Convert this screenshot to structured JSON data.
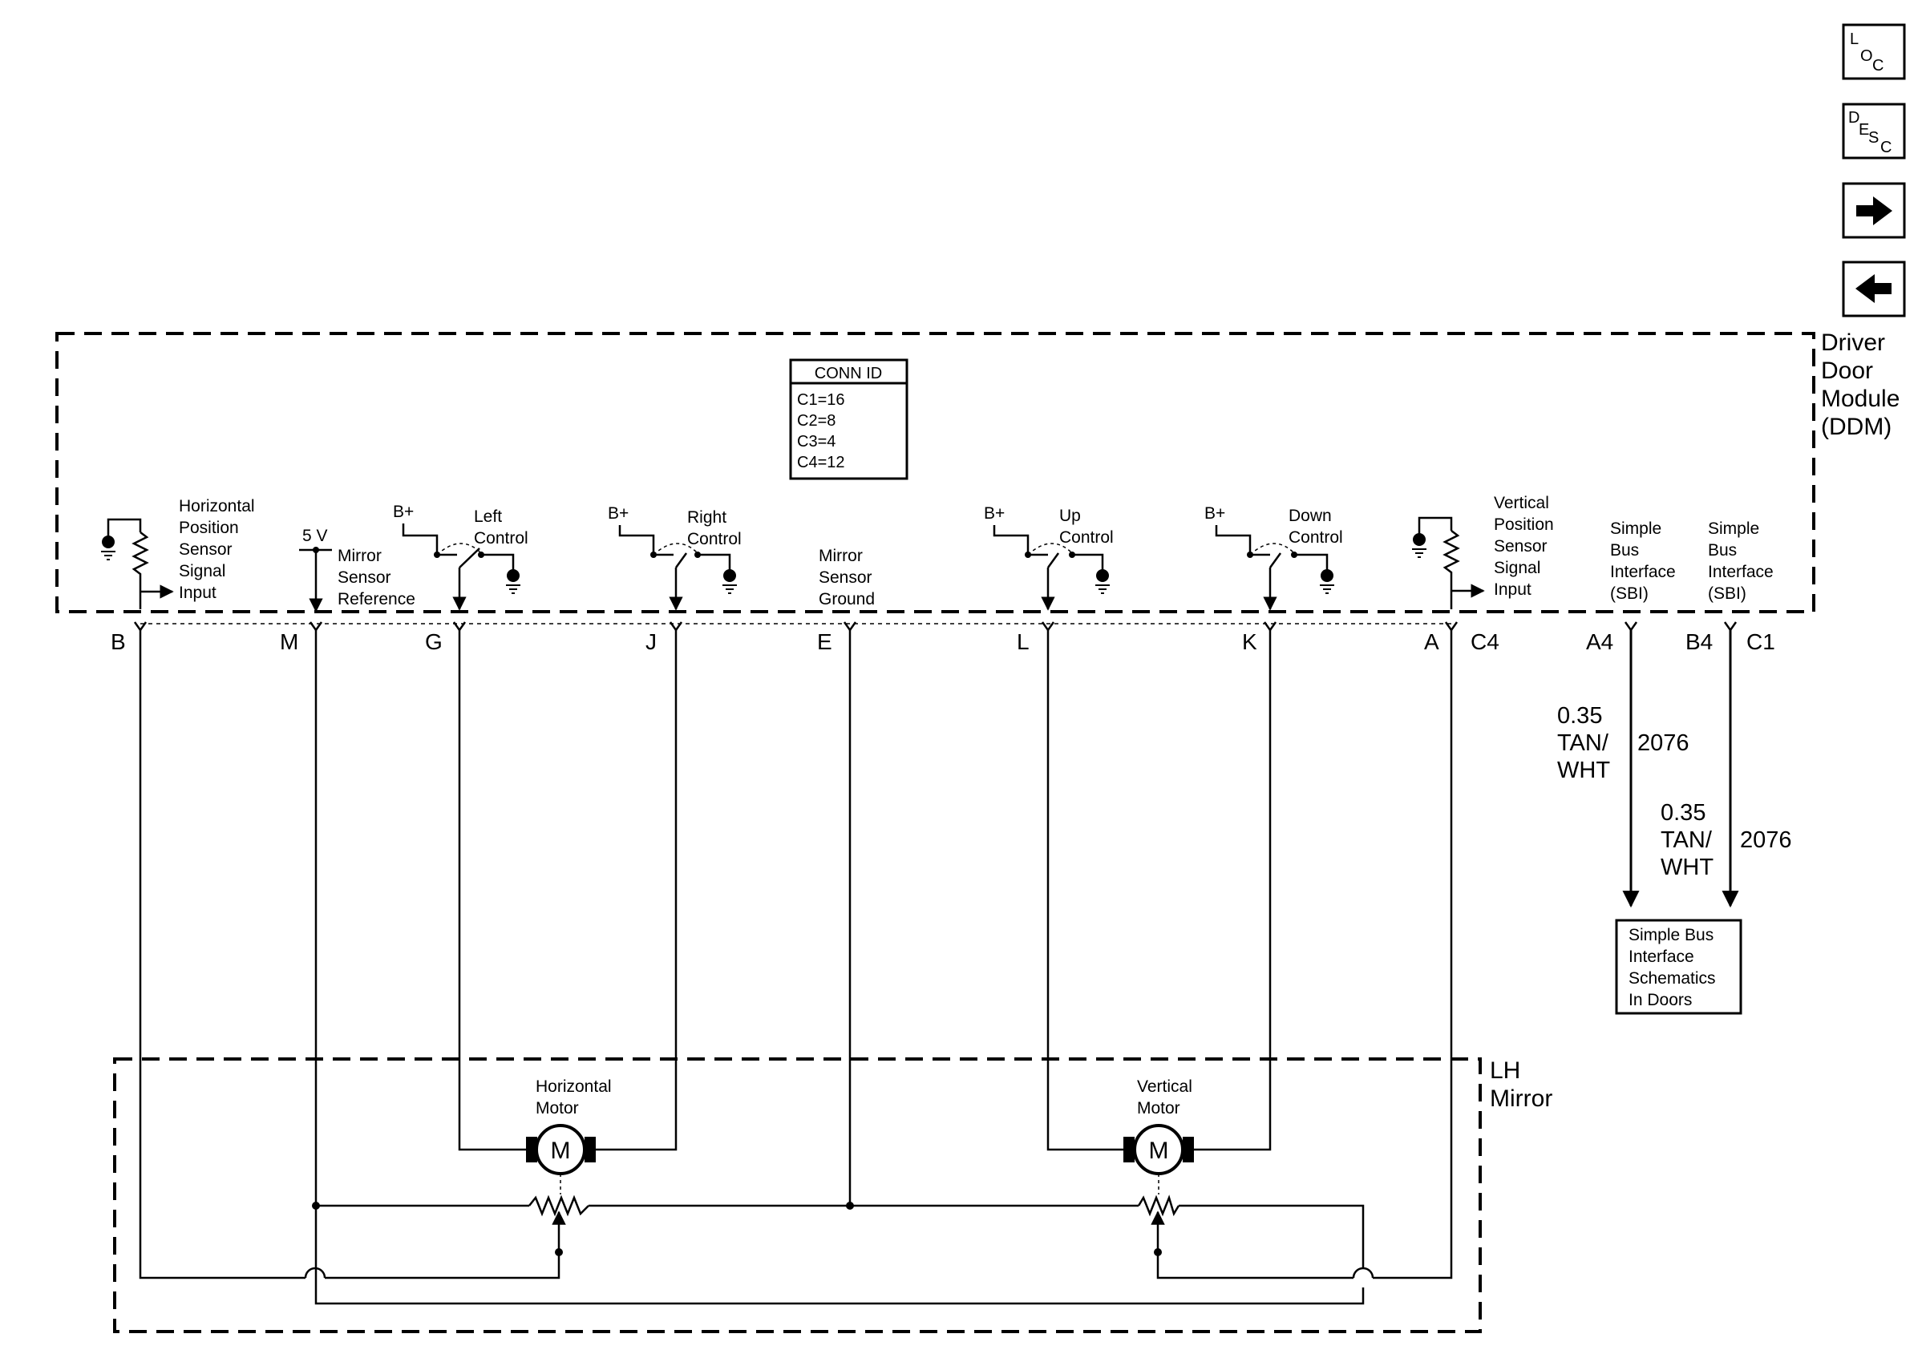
{
  "nav": {
    "loc": {
      "sub1": "L",
      "base": "O",
      "sub2": "C"
    },
    "desc": {
      "sub1": "D",
      "base1": "E",
      "base2": "S",
      "sub2": "C"
    },
    "next_icon": "right-arrow-icon",
    "prev_icon": "left-arrow-icon"
  },
  "ddm": {
    "line1": "Driver",
    "line2": "Door",
    "line3": "Module",
    "line4": "(DDM)"
  },
  "conn_id": {
    "title": "CONN ID",
    "rows": [
      "C1=16",
      "C2=8",
      "C3=4",
      "C4=12"
    ]
  },
  "labels": {
    "hps": [
      "Horizontal",
      "Position",
      "Sensor",
      "Signal",
      "Input"
    ],
    "fivev": "5 V",
    "msr": [
      "Mirror",
      "Sensor",
      "Reference"
    ],
    "bplus": "B+",
    "left_ctrl": [
      "Left",
      "Control"
    ],
    "right_ctrl": [
      "Right",
      "Control"
    ],
    "msg": [
      "Mirror",
      "Sensor",
      "Ground"
    ],
    "up_ctrl": [
      "Up",
      "Control"
    ],
    "down_ctrl": [
      "Down",
      "Control"
    ],
    "vps": [
      "Vertical",
      "Position",
      "Sensor",
      "Signal",
      "Input"
    ],
    "sbi": [
      "Simple",
      "Bus",
      "Interface",
      "(SBI)"
    ]
  },
  "pins": {
    "B": "B",
    "M": "M",
    "G": "G",
    "J": "J",
    "E": "E",
    "L": "L",
    "K": "K",
    "A": "A",
    "C4": "C4",
    "A4": "A4",
    "B4": "B4",
    "C1": "C1"
  },
  "wires": {
    "w1": {
      "size": "0.35",
      "color1": "TAN/",
      "color2": "WHT",
      "circuit": "2076"
    },
    "w2": {
      "size": "0.35",
      "color1": "TAN/",
      "color2": "WHT",
      "circuit": "2076"
    }
  },
  "sbi_box": [
    "Simple Bus",
    "Interface",
    "Schematics",
    "In Doors"
  ],
  "mirror": {
    "line1": "LH",
    "line2": "Mirror"
  },
  "motors": {
    "horizontal": {
      "label": [
        "Horizontal",
        "Motor"
      ],
      "symbol": "M"
    },
    "vertical": {
      "label": [
        "Vertical",
        "Motor"
      ],
      "symbol": "M"
    }
  }
}
